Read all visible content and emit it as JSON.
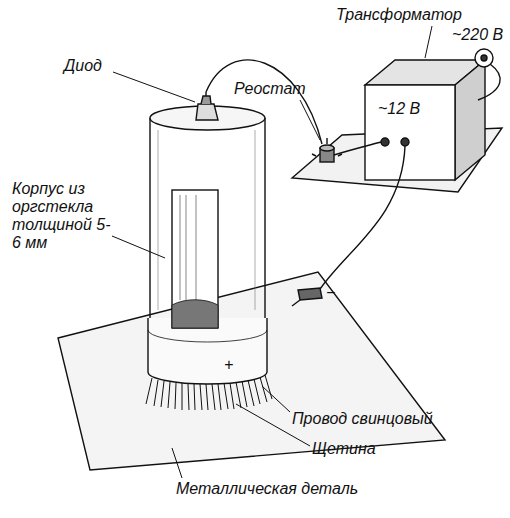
{
  "diagram": {
    "labels": [
      "Трансформатор",
      "~220 В",
      "Реостат",
      "~12 В",
      "Диод",
      "Корпус из оргстекла толщиной 5-6 мм",
      "−",
      "+",
      "Провод свинцовый",
      "Щетина",
      "Металлическая деталь"
    ]
  }
}
